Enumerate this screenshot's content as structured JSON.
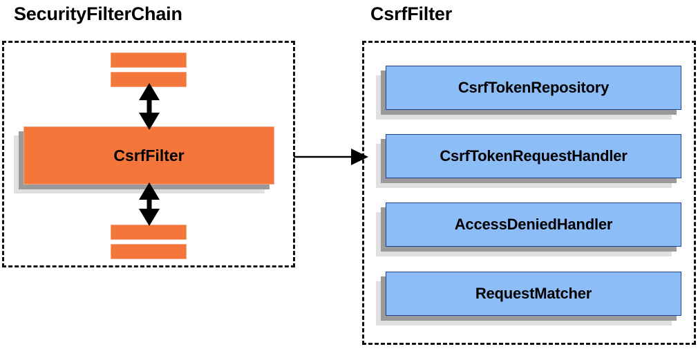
{
  "diagram": {
    "title_left": "SecurityFilterChain",
    "title_right": "CsrfFilter",
    "colors": {
      "orange_fill": "#f4763b",
      "orange_border": "#f7a27a",
      "blue_fill": "#8cbdf6",
      "blue_border": "#1f3f8f",
      "shadow_near": "#9a9a9a",
      "shadow_far": "#e0e0e0",
      "outline": "#111111",
      "arrow": "#000000"
    }
  },
  "left_panel": {
    "title": "SecurityFilterChain",
    "main_box_label": "CsrfFilter",
    "top_bars": [
      "filter-bar-top-1",
      "filter-bar-top-2"
    ],
    "bottom_bars": [
      "filter-bar-bottom-1",
      "filter-bar-bottom-2"
    ],
    "arrows": [
      "bidirectional-arrow-top",
      "bidirectional-arrow-bottom"
    ]
  },
  "right_panel": {
    "title": "CsrfFilter",
    "components": [
      {
        "label": "CsrfTokenRepository"
      },
      {
        "label": "CsrfTokenRequestHandler"
      },
      {
        "label": "AccessDeniedHandler"
      },
      {
        "label": "RequestMatcher"
      }
    ]
  },
  "connector": {
    "name": "csrffilter-expansion-arrow",
    "direction": "left-to-right"
  }
}
